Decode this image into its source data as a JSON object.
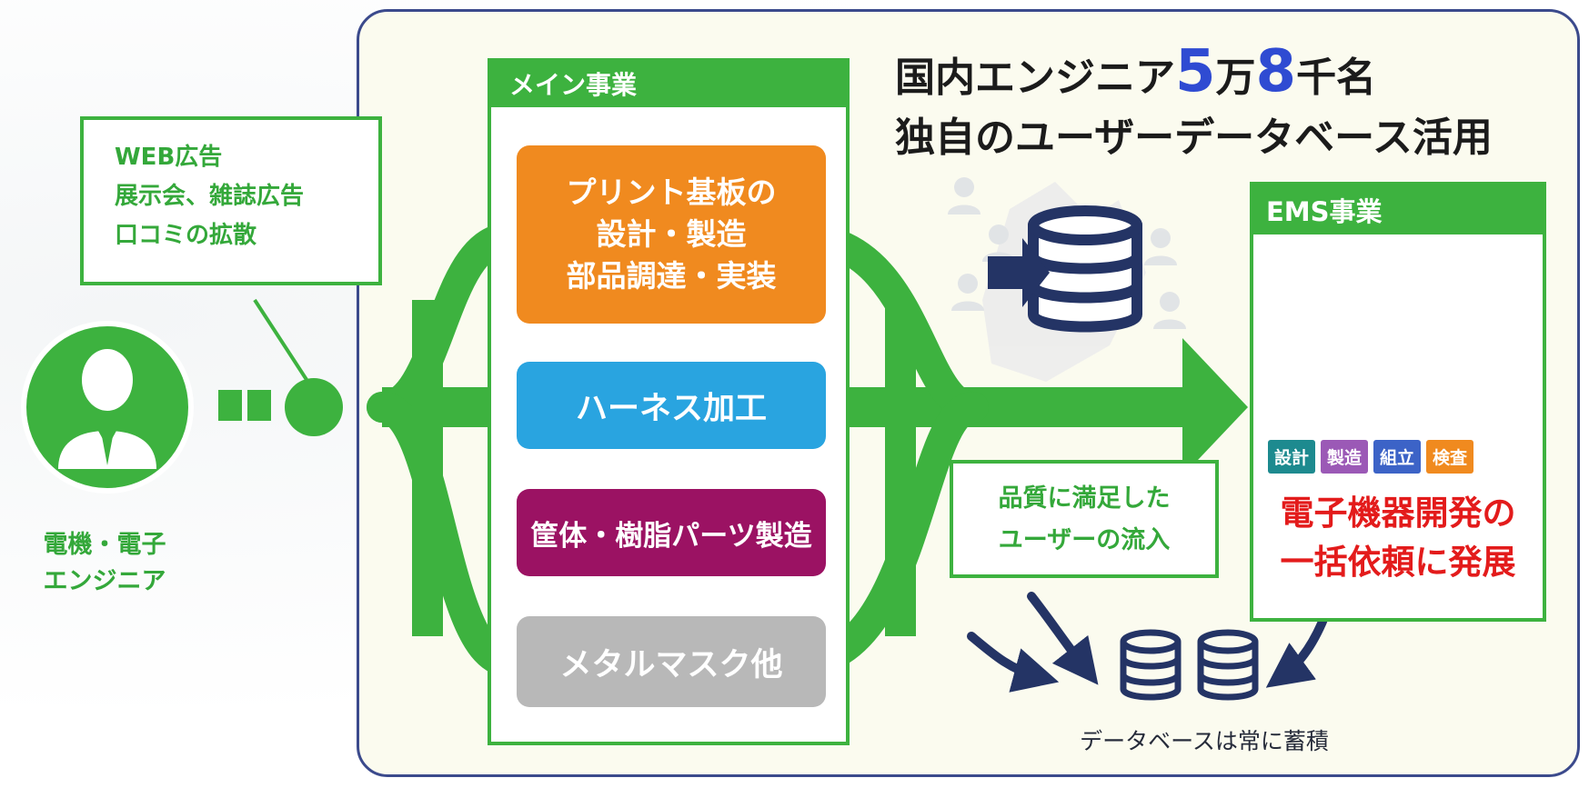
{
  "callout": {
    "lines": [
      "WEB広告",
      "展示会、雑誌広告",
      "口コミの拡散"
    ]
  },
  "main_business": {
    "label": "メイン事業",
    "services": {
      "pcb": [
        "プリント基板の",
        "設計・製造",
        "部品調達・実装"
      ],
      "harness": "ハーネス加工",
      "case": "筐体・樹脂パーツ製造",
      "metal": "メタルマスク他"
    }
  },
  "headline": {
    "line1_prefix": "国内エンジニア",
    "num1": "5",
    "unit1": "万",
    "num2": "8",
    "unit2": "千名",
    "line2": "独自のユーザーデータベース活用"
  },
  "ems": {
    "label": "EMS事業",
    "tags": [
      {
        "text": "設計",
        "color": "#1d8a8f"
      },
      {
        "text": "製造",
        "color": "#9b59b6"
      },
      {
        "text": "組立",
        "color": "#3c63c7"
      },
      {
        "text": "検査",
        "color": "#f08a1f"
      }
    ],
    "body": [
      "電子機器開発の",
      "一括依頼に発展"
    ]
  },
  "quality_box": {
    "lines": [
      "品質に満足した",
      "ユーザーの流入"
    ]
  },
  "db_caption": "データベースは常に蓄積",
  "person_label": {
    "lines": [
      "電機・電子",
      "エンジニア"
    ]
  },
  "colors": {
    "green": "#3db23f",
    "navy": "#243465",
    "panel_border": "#3b4a8c",
    "accent_blue": "#2f4bd2",
    "ems_red": "#e31b1b"
  },
  "icons": [
    "user-icon",
    "database-import-icon",
    "database-icon",
    "curved-arrow-icon",
    "factory-photo"
  ]
}
